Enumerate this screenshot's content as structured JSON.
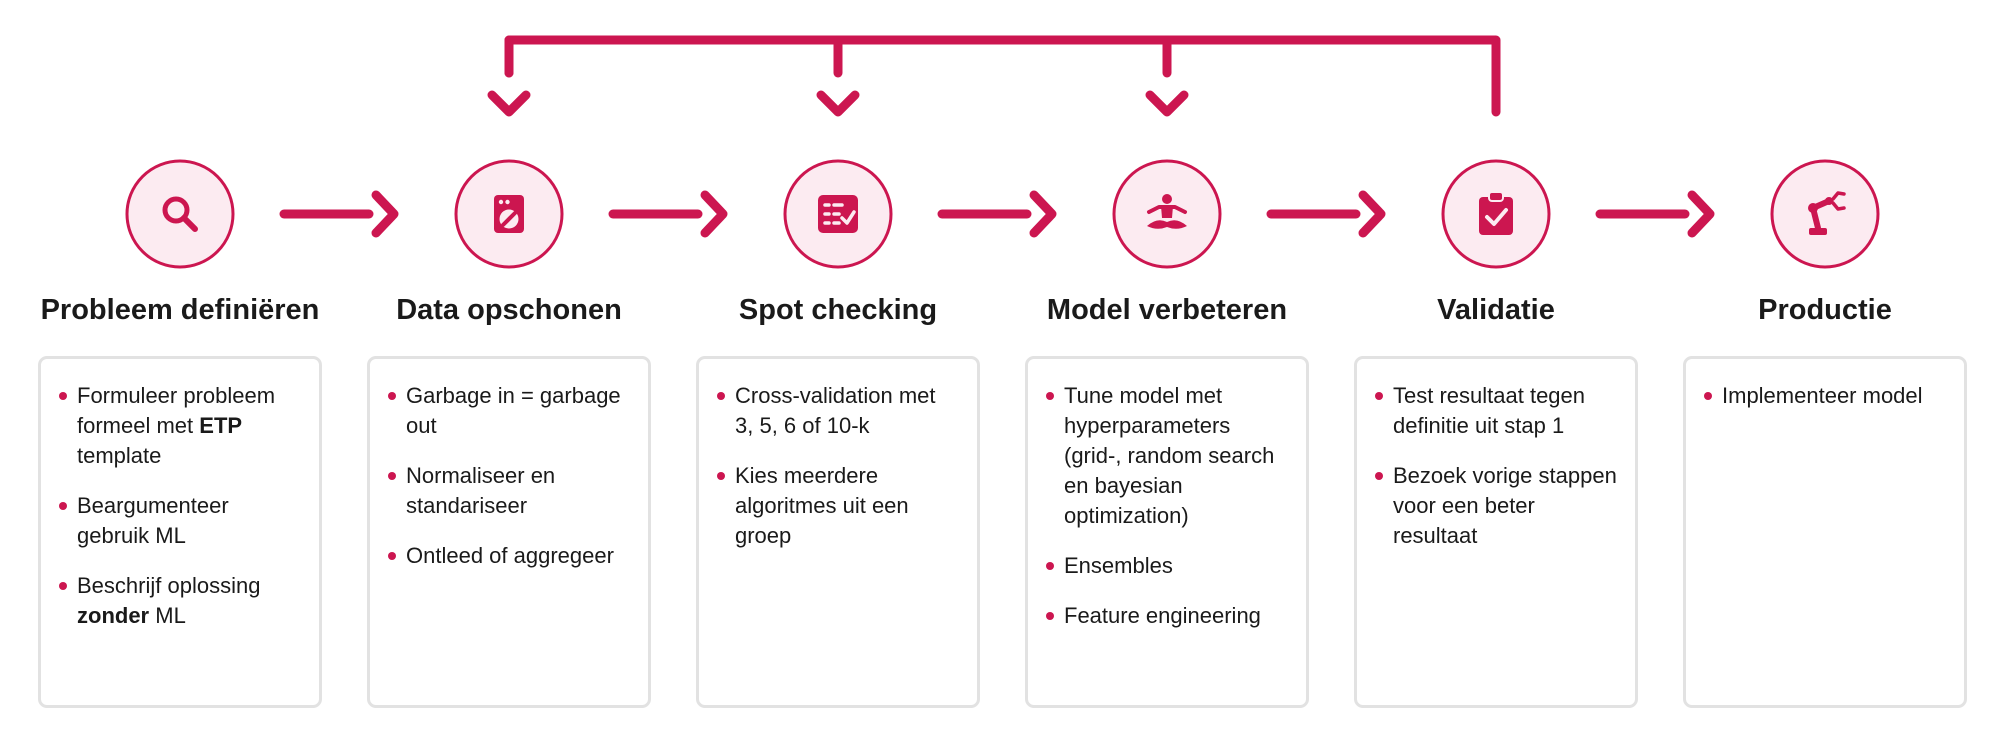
{
  "colors": {
    "accent": "#cc1650",
    "circle_fill": "#fcebf1",
    "card_border": "#e2e2e2",
    "text": "#1a1a1a"
  },
  "steps": [
    {
      "title": "Probleem definiëren",
      "icon": "search-icon",
      "items": [
        [
          {
            "t": "Formuleer probleem formeel met "
          },
          {
            "t": "ETP",
            "b": true
          },
          {
            "t": " template"
          }
        ],
        [
          {
            "t": "Beargumenteer gebruik ML"
          }
        ],
        [
          {
            "t": "Beschrijf oplossing "
          },
          {
            "t": "zonder",
            "b": true
          },
          {
            "t": " ML"
          }
        ]
      ]
    },
    {
      "title": "Data opschonen",
      "icon": "washing-machine-icon",
      "items": [
        [
          {
            "t": "Garbage in = garbage out"
          }
        ],
        [
          {
            "t": "Normaliseer en standariseer"
          }
        ],
        [
          {
            "t": "Ontleed of aggregeer"
          }
        ]
      ]
    },
    {
      "title": "Spot checking",
      "icon": "checklist-icon",
      "items": [
        [
          {
            "t": "Cross-validation met 3, 5, 6 of 10-k"
          }
        ],
        [
          {
            "t": "Kies meerdere algoritmes uit een groep"
          }
        ]
      ]
    },
    {
      "title": "Model verbeteren",
      "icon": "meditation-icon",
      "items": [
        [
          {
            "t": "Tune model met hyperparameters (grid-, random search en bayesian optimization)"
          }
        ],
        [
          {
            "t": "Ensembles"
          }
        ],
        [
          {
            "t": "Feature engineering"
          }
        ]
      ]
    },
    {
      "title": "Validatie",
      "icon": "clipboard-check-icon",
      "items": [
        [
          {
            "t": "Test resultaat tegen definitie uit stap 1"
          }
        ],
        [
          {
            "t": "Bezoek vorige stappen voor een beter resultaat"
          }
        ]
      ]
    },
    {
      "title": "Productie",
      "icon": "robot-arm-icon",
      "items": [
        [
          {
            "t": "Implementeer model"
          }
        ]
      ]
    }
  ]
}
